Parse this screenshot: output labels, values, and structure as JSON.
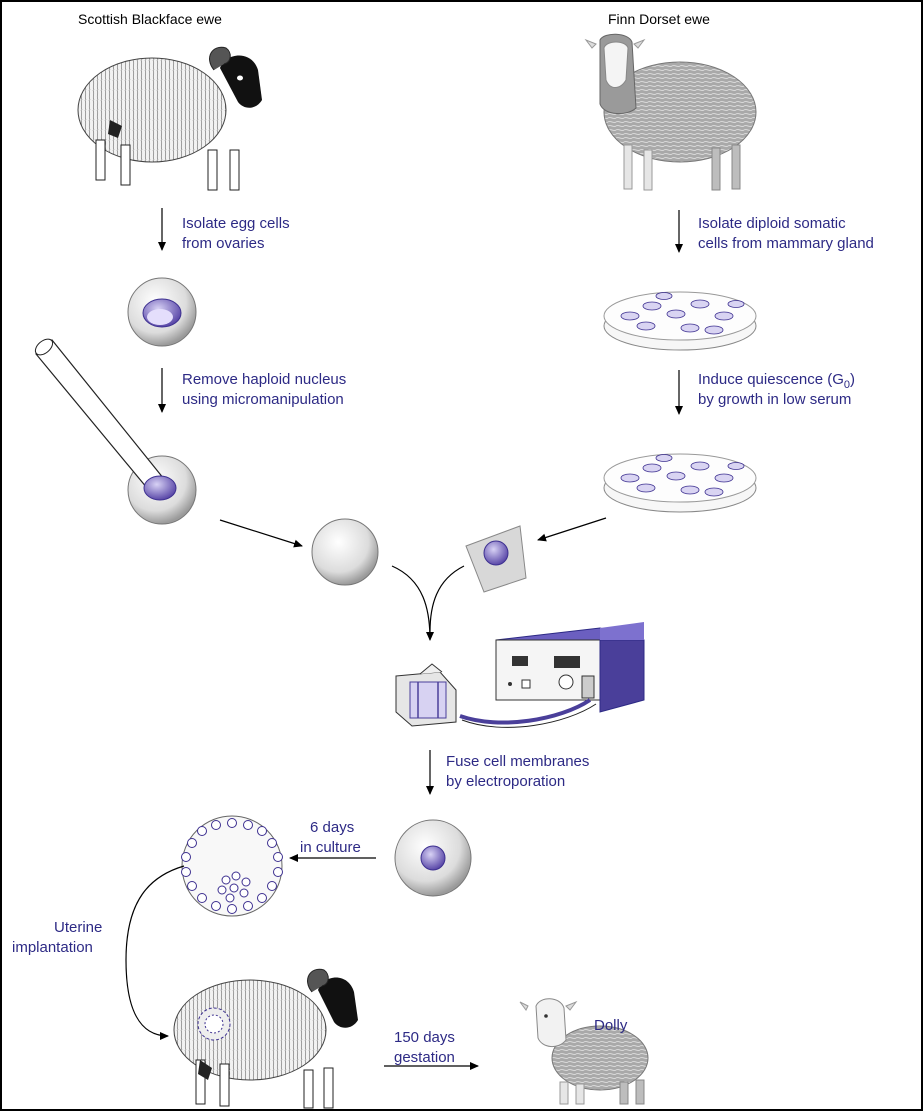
{
  "colors": {
    "label_text": "#2d2a85",
    "header_text": "#000000",
    "nucleus": "#6a55b5",
    "nucleus_light": "#c8c0ee",
    "machine_purple": "#4a3f9a",
    "cell_gray": "#bfbfbf"
  },
  "headers": {
    "left": "Scottish Blackface ewe",
    "right": "Finn Dorset ewe"
  },
  "steps": {
    "isolate_egg": [
      "Isolate egg cells",
      "from ovaries"
    ],
    "remove_nucleus": [
      "Remove haploid nucleus",
      "using micromanipulation"
    ],
    "isolate_somatic": [
      "Isolate diploid somatic",
      "cells from mammary gland"
    ],
    "induce_quiescence_line1": "Induce quiescence (G",
    "induce_quiescence_sub": "0",
    "induce_quiescence_close": ")",
    "induce_quiescence_line2": "by growth in low serum",
    "fuse": [
      "Fuse cell membranes",
      "by electroporation"
    ],
    "culture": [
      "6 days",
      "in culture"
    ],
    "implantation": [
      "Uterine",
      "implantation"
    ],
    "gestation": [
      "150 days",
      "gestation"
    ],
    "result": "Dolly"
  }
}
